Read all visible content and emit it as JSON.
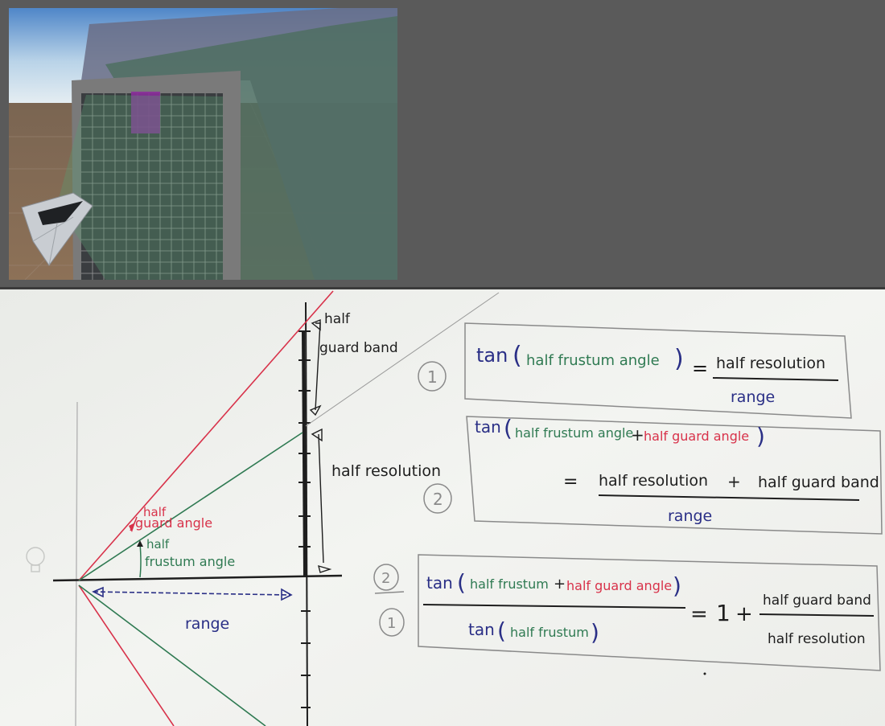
{
  "colors": {
    "black": "#1e1e1e",
    "red": "#d8324a",
    "green": "#2f7a52",
    "blue": "#2a2f86",
    "gray": "#8a8a8a"
  },
  "scene": {
    "description_icons": [
      "camera-gizmo-icon"
    ]
  },
  "diagram": {
    "labels": {
      "half_guard_band_1": "half",
      "half_guard_band_2": "guard band",
      "half_resolution": "half resolution",
      "half_guard_angle_1": "half",
      "half_guard_angle_2": "guard angle",
      "half_frustum_angle_1": "half",
      "half_frustum_angle_2": "frustum angle",
      "range": "range"
    }
  },
  "equations": {
    "eq1": {
      "number": "1",
      "tan": "tan",
      "arg": "half frustum angle",
      "equals": "=",
      "numerator": "half resolution",
      "denominator": "range"
    },
    "eq2": {
      "number": "2",
      "tan": "tan",
      "arg_green": "half frustum angle",
      "plus": "+",
      "arg_red": "half guard angle",
      "equals": "=",
      "numerator_a": "half resolution",
      "numerator_plus": "+",
      "numerator_b": "half guard band",
      "denominator": "range"
    },
    "eq3": {
      "ratio_top": "2",
      "ratio_bottom": "1",
      "num_tan": "tan",
      "num_arg_green": "half frustum",
      "num_plus": "+",
      "num_arg_red": "half guard angle",
      "den_tan": "tan",
      "den_arg": "half frustum",
      "equals": "=",
      "one": "1",
      "plus": "+",
      "frac_num": "half guard band",
      "frac_den": "half resolution"
    }
  }
}
